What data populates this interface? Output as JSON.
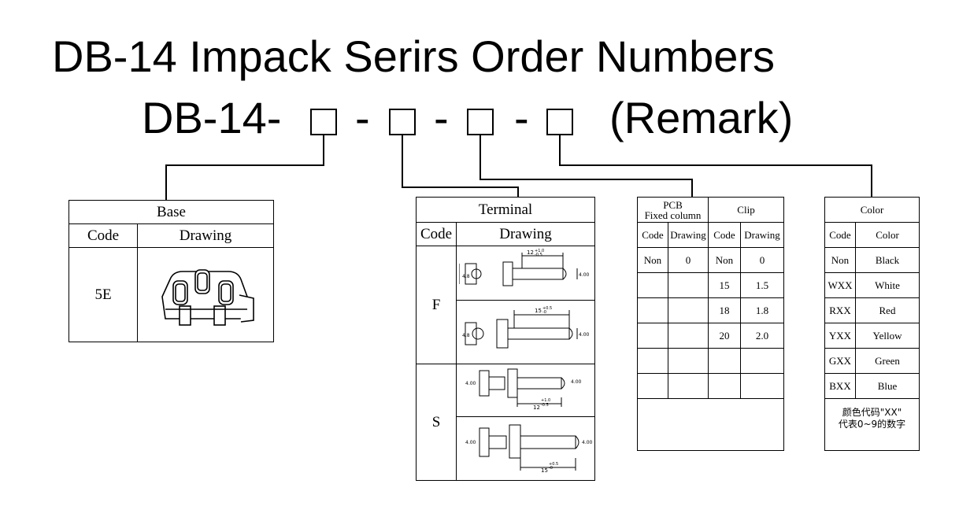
{
  "title": "DB-14 Impack Serirs Order Numbers",
  "order": {
    "prefix": "DB-14-",
    "sep": "-",
    "remark": "(Remark)"
  },
  "base": {
    "header": "Base",
    "col_code": "Code",
    "col_drawing": "Drawing",
    "rows": [
      {
        "code": "5E"
      }
    ]
  },
  "terminal": {
    "header": "Terminal",
    "col_code": "Code",
    "col_drawing": "Drawing",
    "rows": [
      {
        "code": "F"
      },
      {
        "code": "S"
      }
    ],
    "dims": {
      "len12": "12",
      "len15": "15",
      "tol_plus": "+1.0",
      "tol_minus": "-0.5",
      "tol15_plus": "+0.5",
      "tol15_minus": "-0",
      "w48": "4.8",
      "w400": "4.00"
    }
  },
  "pcb": {
    "header_line1": "PCB",
    "header_line2": "Fixed column",
    "clip_header": "Clip",
    "col_code": "Code",
    "col_drawing": "Drawing",
    "pcb_rows": [
      {
        "code": "Non",
        "drawing": "0"
      }
    ],
    "clip_rows": [
      {
        "code": "Non",
        "drawing": "0"
      },
      {
        "code": "15",
        "drawing": "1.5"
      },
      {
        "code": "18",
        "drawing": "1.8"
      },
      {
        "code": "20",
        "drawing": "2.0"
      }
    ]
  },
  "color": {
    "header": "Color",
    "col_code": "Code",
    "col_color": "Color",
    "rows": [
      {
        "code": "Non",
        "color": "Black"
      },
      {
        "code": "WXX",
        "color": "White"
      },
      {
        "code": "RXX",
        "color": "Red"
      },
      {
        "code": "YXX",
        "color": "Yellow"
      },
      {
        "code": "GXX",
        "color": "Green"
      },
      {
        "code": "BXX",
        "color": "Blue"
      }
    ],
    "note_line1": "颜色代码\"XX\"",
    "note_line2": "代表0~9的数字"
  }
}
